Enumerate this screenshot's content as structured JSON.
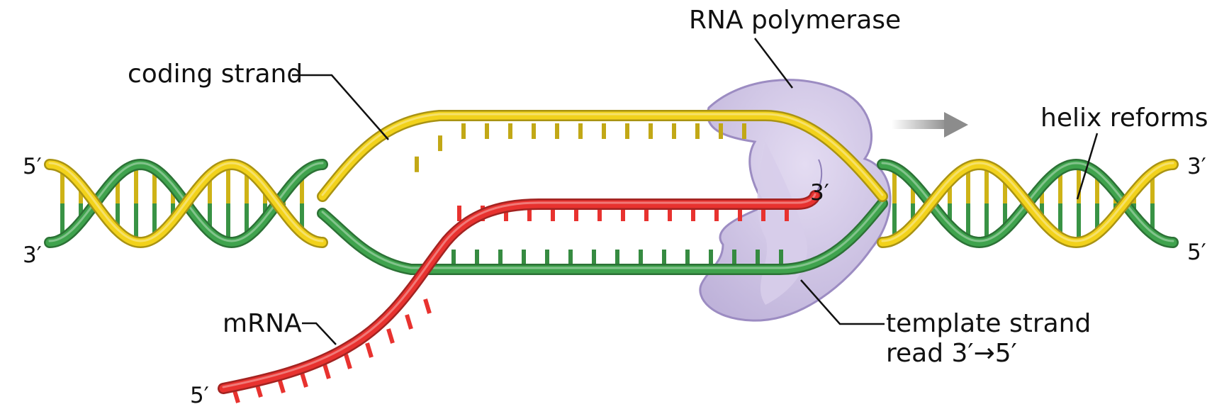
{
  "diagram": {
    "labels": {
      "rna_polymerase": "RNA polymerase",
      "coding_strand": "coding strand",
      "helix_reforms": "helix reforms",
      "mrna": "mRNA",
      "template_strand_line1": "template strand",
      "template_strand_line2": "read 3′→5′"
    },
    "strand_ends": {
      "left_top": "5′",
      "left_bottom": "3′",
      "right_top": "3′",
      "right_bottom": "5′",
      "mrna_3_end": "3′",
      "mrna_5_end": "5′"
    },
    "colors": {
      "coding_strand": "#f2d21b",
      "template_strand": "#3fa34d",
      "mrna": "#e8322f",
      "rna_polymerase": "#c9bfe0",
      "direction_arrow": "#9a9a9a"
    }
  }
}
